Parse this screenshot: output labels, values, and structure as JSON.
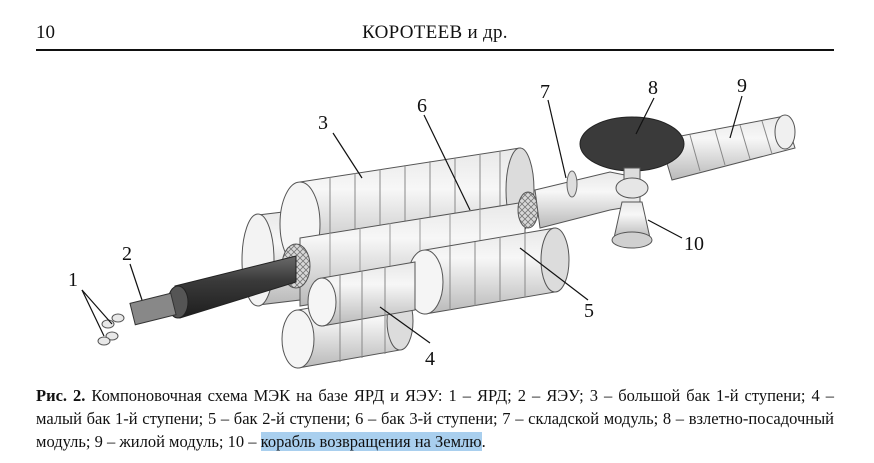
{
  "header": {
    "page_number": "10",
    "running_title": "КОРОТЕЕВ и др."
  },
  "figure": {
    "callouts": [
      "1",
      "2",
      "3",
      "4",
      "5",
      "6",
      "7",
      "8",
      "9",
      "10"
    ]
  },
  "caption": {
    "label": "Рис. 2.",
    "text": " Компоновочная схема МЭК на базе ЯРД и ЯЭУ: 1 – ЯРД; 2 – ЯЭУ; 3 – большой бак 1-й ступени; 4 – малый бак 1-й ступени; 5 – бак 2-й ступени; 6 – бак 3-й ступени; 7 – складской модуль; 8 – взлетно-посадочный модуль; 9 – жилой модуль; 10 – ",
    "selected_text": "корабль возвращения на Землю",
    "tail": "."
  }
}
